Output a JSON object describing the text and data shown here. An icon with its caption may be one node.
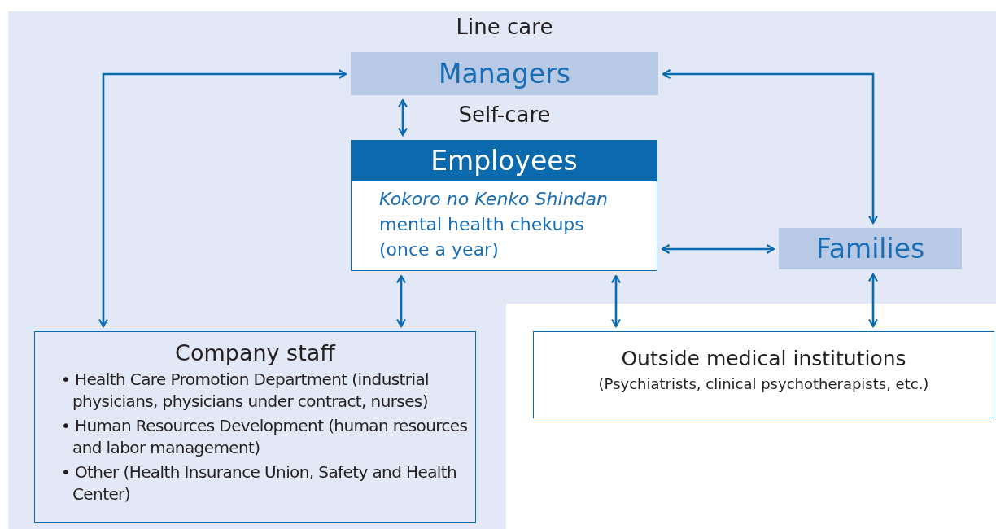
{
  "diagram": {
    "nodes": [
      {
        "text": [
          "Managers"
        ],
        "beside": [
          "Line care"
        ]
      },
      {
        "text": [
          "Employees",
          "*Kokoro no Kenko Shindan* mental health chekups (once a year)"
        ],
        "beside": [
          "Self-care"
        ]
      },
      {
        "text": [
          "Families"
        ]
      },
      {
        "text": [
          "Company staff",
          "• Health Care Promotion Department (industrial physicians, physicians under contract, nurses)",
          "• Human Resources Development (human resources and labor management)",
          "• Other (Health Insurance Union, Safety and Health Center)"
        ]
      },
      {
        "text": [
          "Outside medical institutions",
          "(Psychiatrists, clinical psychotherapists, etc.)"
        ]
      }
    ],
    "edges": [
      {
        "from": 0,
        "to": 1,
        "arrow": "both"
      },
      {
        "from": 3,
        "to": 0,
        "arrow": "both"
      },
      {
        "from": 0,
        "to": 2,
        "arrow": "both"
      },
      {
        "from": 1,
        "to": 2,
        "arrow": "both"
      },
      {
        "from": 1,
        "to": 3,
        "arrow": "both"
      },
      {
        "from": 1,
        "to": 4,
        "arrow": "both"
      },
      {
        "from": 2,
        "to": 4,
        "arrow": "both"
      }
    ]
  }
}
